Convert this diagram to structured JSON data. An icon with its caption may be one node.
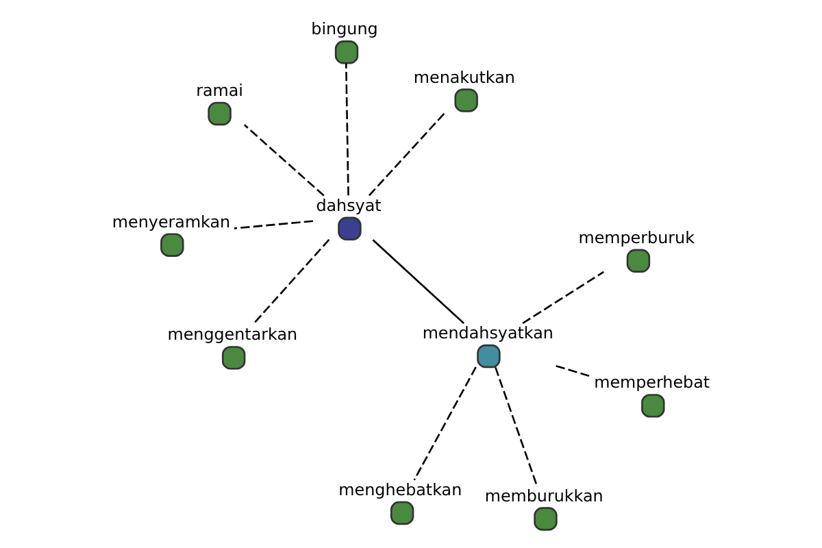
{
  "diagram": {
    "nodes": [
      {
        "text": [
          "dahsyat"
        ]
      },
      {
        "text": [
          "mendahsyatkan"
        ]
      },
      {
        "text": [
          "menggentarkan"
        ]
      },
      {
        "text": [
          "ramai"
        ]
      },
      {
        "text": [
          "menakutkan"
        ]
      },
      {
        "text": [
          "bingung"
        ]
      },
      {
        "text": [
          "menyeramkan"
        ]
      },
      {
        "text": [
          "memperburuk"
        ]
      },
      {
        "text": [
          "menghebatkan"
        ]
      },
      {
        "text": [
          "memperhebat"
        ]
      },
      {
        "text": [
          "memburukkan"
        ]
      }
    ],
    "edges": [
      {
        "from": 0,
        "to": 1,
        "arrow": "none"
      },
      {
        "from": 0,
        "to": 2,
        "arrow": "none",
        "style": "dashed"
      },
      {
        "from": 0,
        "to": 3,
        "arrow": "none",
        "style": "dashed"
      },
      {
        "from": 0,
        "to": 4,
        "arrow": "none",
        "style": "dashed"
      },
      {
        "from": 0,
        "to": 5,
        "arrow": "none",
        "style": "dashed"
      },
      {
        "from": 0,
        "to": 6,
        "arrow": "none",
        "style": "dashed"
      },
      {
        "from": 1,
        "to": 7,
        "arrow": "none",
        "style": "dashed"
      },
      {
        "from": 1,
        "to": 8,
        "arrow": "none",
        "style": "dashed"
      },
      {
        "from": 1,
        "to": 9,
        "arrow": "none",
        "style": "dashed"
      },
      {
        "from": 1,
        "to": 10,
        "arrow": "none",
        "style": "dashed"
      }
    ]
  }
}
